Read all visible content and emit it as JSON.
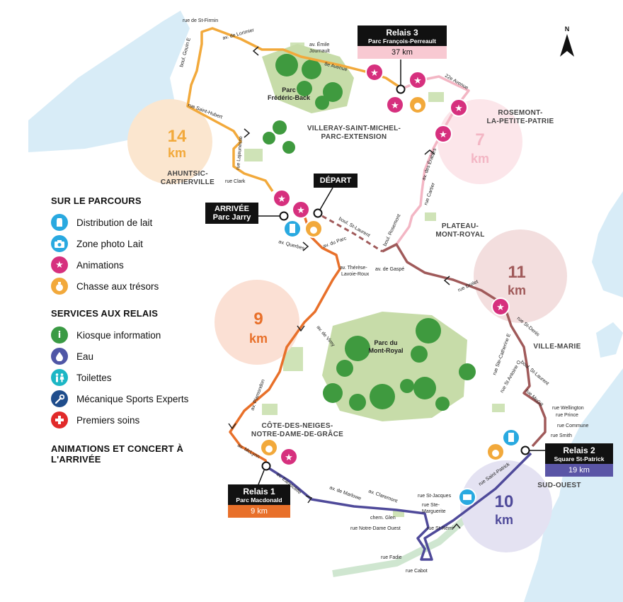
{
  "legend": {
    "route_title": "SUR LE PARCOURS",
    "route_items": [
      {
        "label": "Distribution de lait",
        "icon": "milk-carton-icon",
        "color": "#29a9e0"
      },
      {
        "label": "Zone photo Lait",
        "icon": "camera-icon",
        "color": "#29a9e0"
      },
      {
        "label": "Animations",
        "icon": "star-icon",
        "color": "#d6307e"
      },
      {
        "label": "Chasse aux trésors",
        "icon": "treasure-bag-icon",
        "color": "#f2a93b"
      }
    ],
    "services_title": "SERVICES AUX RELAIS",
    "service_items": [
      {
        "label": "Kiosque information",
        "icon": "info-icon",
        "color": "#3a9a44"
      },
      {
        "label": "Eau",
        "icon": "water-drop-icon",
        "color": "#4f56a6"
      },
      {
        "label": "Toilettes",
        "icon": "toilets-icon",
        "color": "#1cb7c5"
      },
      {
        "label": "Mécanique Sports Experts",
        "icon": "wrench-icon",
        "color": "#1f4d8c"
      },
      {
        "label": "Premiers soins",
        "icon": "first-aid-cross-icon",
        "color": "#e12a2a"
      }
    ],
    "finish_note": "ANIMATIONS ET CONCERT À L'ARRIVÉE"
  },
  "boxes": {
    "relais3": {
      "title": "Relais 3",
      "place": "Parc François-Perreault",
      "km": "37 km"
    },
    "relais2": {
      "title": "Relais 2",
      "place": "Square St-Patrick",
      "km": "19 km"
    },
    "relais1": {
      "title": "Relais 1",
      "place": "Parc Macdonald",
      "km": "9 km"
    },
    "depart": "DÉPART",
    "arrivee": {
      "title": "ARRIVÉE",
      "place": "Parc Jarry"
    }
  },
  "north": "N",
  "segments": [
    {
      "km": "14",
      "unit": "km",
      "color": "#f2a93b",
      "circle": "#fbe6cf"
    },
    {
      "km": "7",
      "unit": "km",
      "color": "#f3b6c4",
      "circle": "#fce6ea"
    },
    {
      "km": "11",
      "unit": "km",
      "color": "#a05a5a",
      "circle": "#f3dede"
    },
    {
      "km": "9",
      "unit": "km",
      "color": "#e8702a",
      "circle": "#fbe0d4"
    },
    {
      "km": "10",
      "unit": "km",
      "color": "#4f4a9a",
      "circle": "#e4e2f2"
    }
  ],
  "districts": {
    "villeray": [
      "VILLERAY-SAINT-MICHEL-",
      "PARC-EXTENSION"
    ],
    "rosemont": [
      "ROSEMONT-",
      "LA-PETITE-PATRIE"
    ],
    "ahuntsic": [
      "AHUNTSIC-",
      "CARTIERVILLE"
    ],
    "plateau": [
      "PLATEAU-",
      "MONT-ROYAL"
    ],
    "villemarie": "VILLE-MARIE",
    "cdn": [
      "CÔTE-DES-NEIGES-",
      "NOTRE-DAME-DE-GRÂCE"
    ],
    "sudouest": "SUD-OUEST"
  },
  "parks": {
    "fb": [
      "Parc",
      "Frédéric-Back"
    ],
    "mr": [
      "Parc du",
      "Mont-Royal"
    ]
  },
  "streets": {
    "s1": "rue de St-Firmin",
    "s2": "av. de Lorimier",
    "s3": "boul. Gouin E",
    "s4": "av. Émile",
    "s4b": "Journault",
    "s5": "8e Avenue",
    "s6": "22e Avenue",
    "s7": "rue Saint-Hubert",
    "s8": "rue Lajeunesse",
    "s9": "rue Clark",
    "s10": "av. des Érables",
    "s11": "rue Cartier",
    "s12": "boul. St-Laurent",
    "s13": "boul. Rosemont",
    "s14": "av. Querbes",
    "s15": "av. du Parc",
    "s16": "av. Thérèse-",
    "s16b": "Lavoie-Roux",
    "s17": "av. de Gaspé",
    "s18": "rue Drolet",
    "s19": "av. de Vimy",
    "s20": "rue St-Denis",
    "s21": "rue Ste-Catherine E",
    "s22": "boul. St-Laurent",
    "s23": "rue St Antoine O",
    "s24": "rue McGill",
    "s25": "av. Plamondon",
    "s26": "rue Wellington",
    "s27": "rue Prince",
    "s28": "rue Commune",
    "s29": "rue Smith",
    "s30": "av. McLynn",
    "s31": "av. Earnscliffe",
    "s32": "av. de Marlowe",
    "s33": "av. Claremont",
    "s34": "rue St-Jacques",
    "s35": "rue Ste-",
    "s35b": "Marguerite",
    "s36": "chem. Glen",
    "s37": "rue Notre-Dame Ouest",
    "s38": "rue St-Rémi",
    "s39": "rue Saint-Patrick",
    "s40": "rue Fadie",
    "s41": "rue Cabot"
  }
}
